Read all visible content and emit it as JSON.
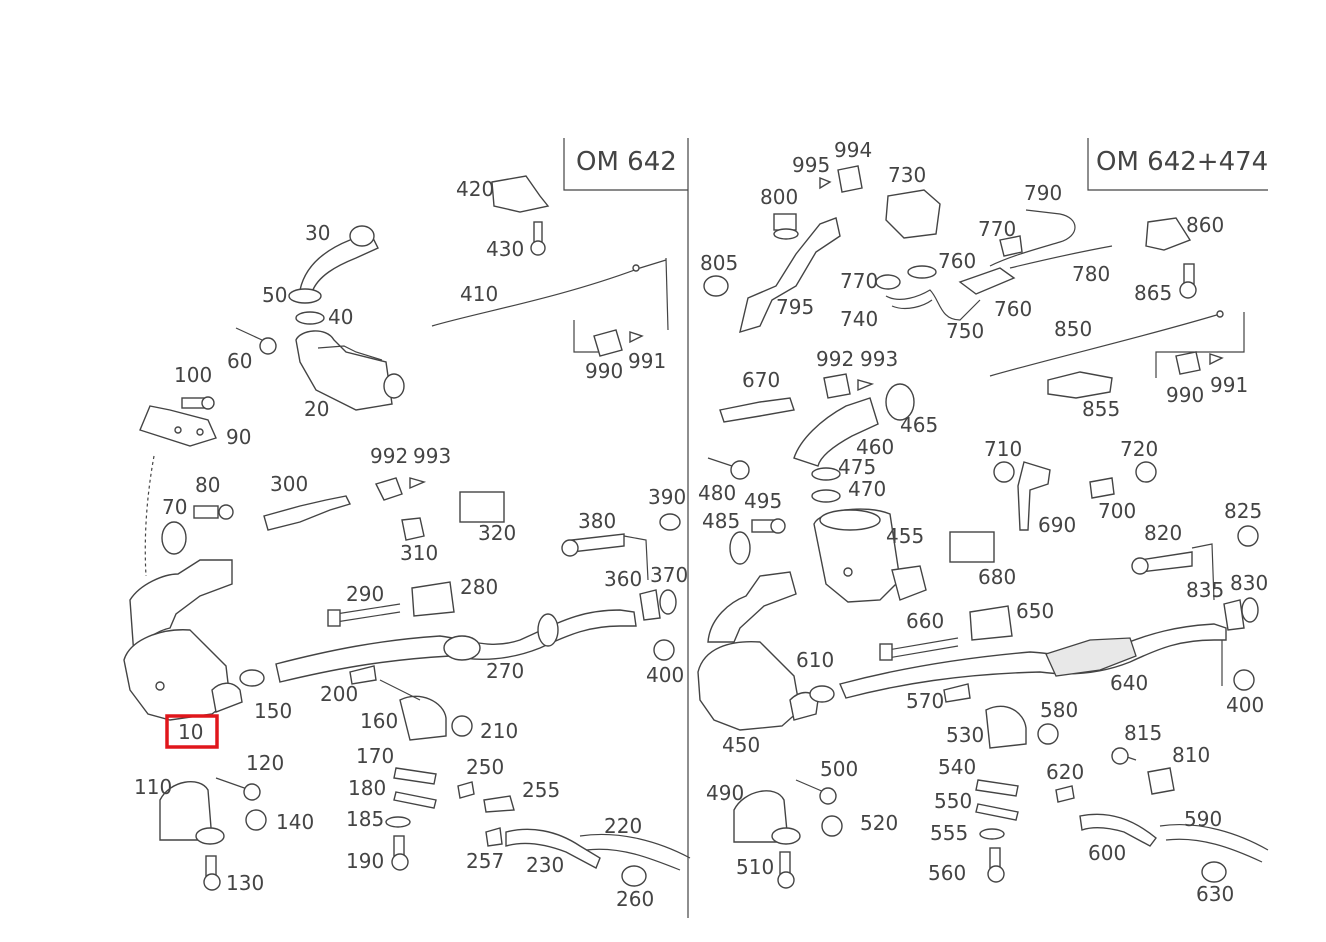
{
  "panels": {
    "left_title": "OM 642",
    "right_title": "OM 642+474"
  },
  "highlight": {
    "label": "10",
    "color": "#e0161b"
  },
  "labels_left": [
    "420",
    "430",
    "30",
    "50",
    "40",
    "410",
    "60",
    "100",
    "20",
    "990",
    "991",
    "90",
    "80",
    "70",
    "300",
    "992",
    "993",
    "320",
    "310",
    "390",
    "380",
    "290",
    "280",
    "360",
    "370",
    "400",
    "270",
    "200",
    "150",
    "160",
    "210",
    "170",
    "250",
    "255",
    "180",
    "185",
    "220",
    "190",
    "257",
    "230",
    "260",
    "110",
    "120",
    "140",
    "130"
  ],
  "labels_right": [
    "995",
    "994",
    "730",
    "790",
    "800",
    "770",
    "860",
    "805",
    "760",
    "780",
    "865",
    "770",
    "795",
    "740",
    "750",
    "760",
    "850",
    "992",
    "993",
    "670",
    "990",
    "991",
    "855",
    "465",
    "460",
    "710",
    "720",
    "480",
    "495",
    "475",
    "470",
    "485",
    "690",
    "700",
    "825",
    "455",
    "820",
    "680",
    "835",
    "830",
    "660",
    "650",
    "610",
    "640",
    "400",
    "570",
    "580",
    "530",
    "450",
    "815",
    "810",
    "500",
    "540",
    "620",
    "490",
    "550",
    "520",
    "590",
    "555",
    "600",
    "510",
    "560",
    "630"
  ]
}
